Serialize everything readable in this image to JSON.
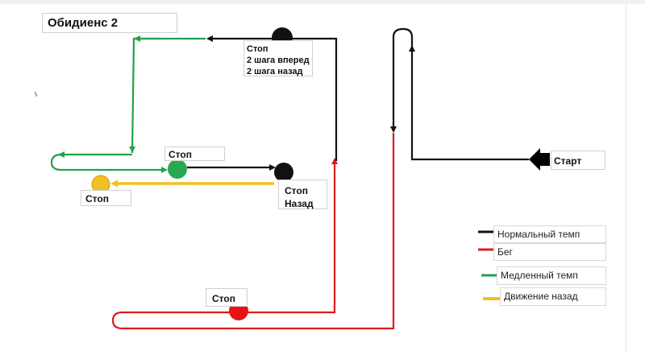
{
  "title": "Обидиенс 2",
  "labels": {
    "stop_top": "Стоп\n2 шага вперед\n2 шага назад",
    "stop_green": "Стоп",
    "stop_black": "Стоп\nНазад",
    "stop_yellow": "Стоп",
    "start": "Старт",
    "stop_red": "Стоп"
  },
  "legend": {
    "normal": "Нормальный темп",
    "run": "Бег",
    "slow": "Медленный темп",
    "back": "Движение назад"
  },
  "colors": {
    "normal": "#111111",
    "run": "#dd1c1c",
    "slow": "#22a24a",
    "back": "#f2c01c",
    "stop_black": "#111111",
    "stop_green": "#22a24a",
    "stop_yellow": "#f0c020",
    "stop_red": "#ee1111"
  }
}
